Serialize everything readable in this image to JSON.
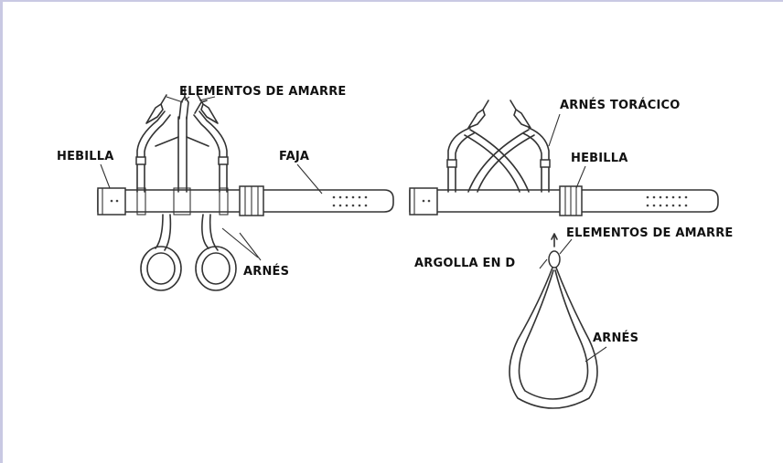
{
  "labels": {
    "left_tie_elements": "ELEMENTOS DE AMARRE",
    "left_buckle": "HEBILLA",
    "left_belt": "FAJA",
    "left_harness": "ARNÉS",
    "chest_harness": "ARNÉS TORÁCICO",
    "right_buckle": "HEBILLA",
    "right_tie_elements": "ELEMENTOS DE AMARRE",
    "d_ring": "ARGOLLA EN D",
    "right_harness": "ARNÉS"
  },
  "colors": {
    "frame": "#c9c9e3",
    "line_art": "#333333",
    "text": "#111111"
  }
}
